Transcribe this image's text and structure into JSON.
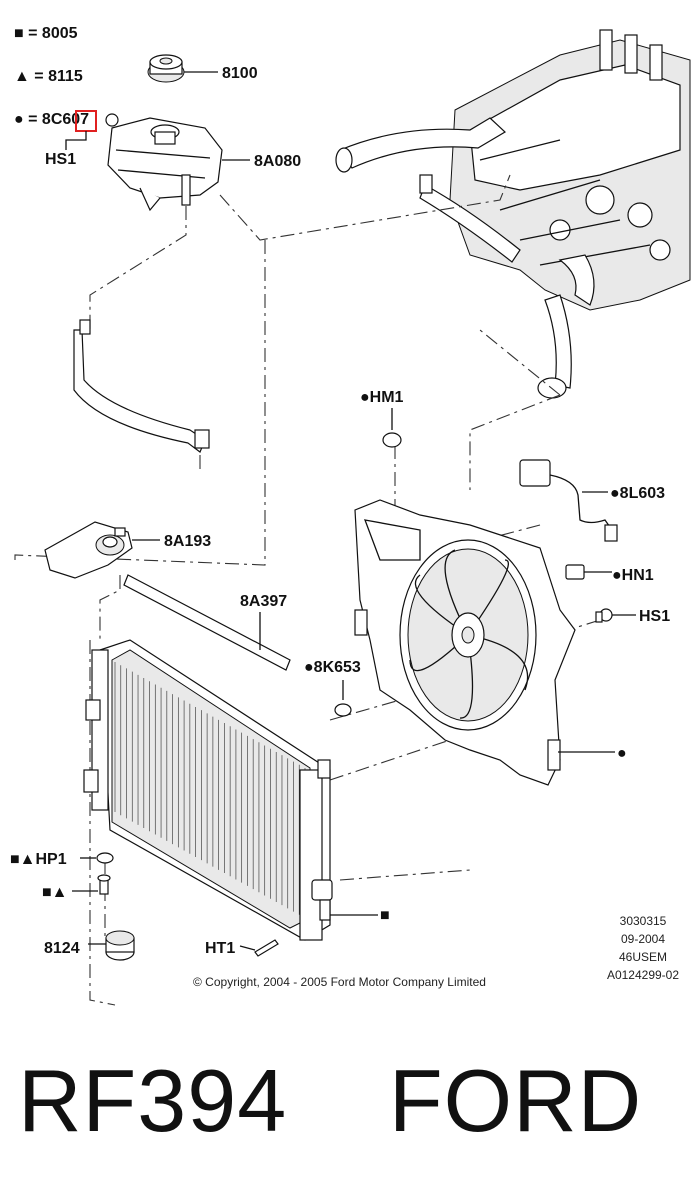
{
  "legend": [
    {
      "symbol": "■",
      "equals": "=",
      "code": "8005"
    },
    {
      "symbol": "▲",
      "equals": "=",
      "code": "8115"
    },
    {
      "symbol": "●",
      "equals": "=",
      "code": "8C607"
    }
  ],
  "callouts": {
    "hs1_top": "HS1",
    "cap": "8100",
    "reservoir": "8A080",
    "hm1": "●HM1",
    "harness": "●8L603",
    "hn1": "●HN1",
    "hs1_right": "HS1",
    "bracket": "8A193",
    "seal": "8A397",
    "clip": "●8K653",
    "shroud": "●",
    "hp1": "■▲HP1",
    "bolt": "■▲",
    "isolator": "8124",
    "ht1": "HT1",
    "radiator_bolt": "■"
  },
  "reference": [
    "3030315",
    "09-2004",
    "46USEM",
    "A0124299-02"
  ],
  "copyright": "© Copyright, 2004 - 2005 Ford Motor Company Limited",
  "title": "RF394    FORD",
  "colors": {
    "highlight": "#e02020",
    "ink": "#111111"
  }
}
